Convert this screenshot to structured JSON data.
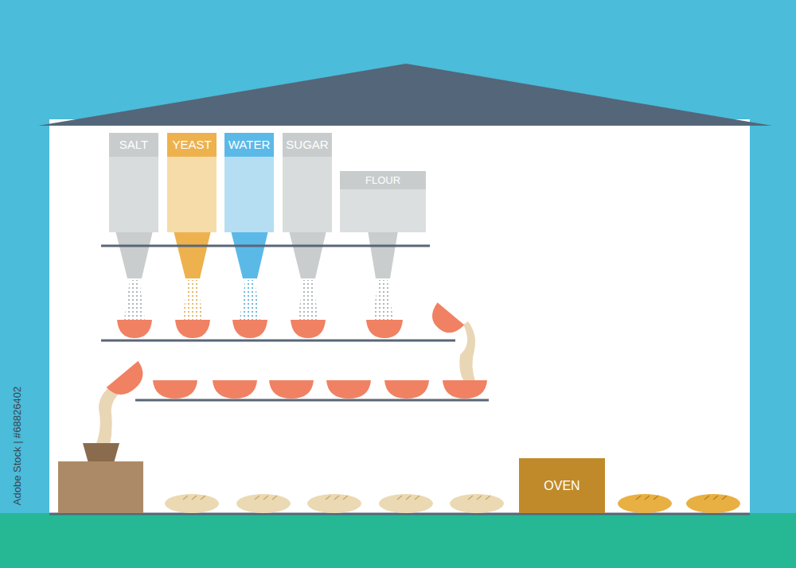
{
  "diagram": {
    "nodes": [
      {
        "text": [
          "SALT"
        ]
      },
      {
        "text": [
          "YEAST"
        ]
      },
      {
        "text": [
          "WATER"
        ]
      },
      {
        "text": [
          "SUGAR"
        ]
      },
      {
        "text": [
          "FLOUR"
        ]
      },
      {
        "text": [
          "OVEN"
        ]
      }
    ],
    "labels": [
      "Adobe Stock | #68826402"
    ]
  }
}
